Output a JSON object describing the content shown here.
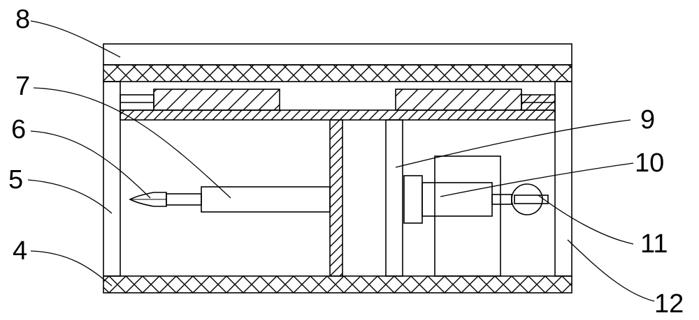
{
  "labels": {
    "l4": "4",
    "l5": "5",
    "l6": "6",
    "l7": "7",
    "l8": "8",
    "l9": "9",
    "l10": "10",
    "l11": "11",
    "l12": "12"
  }
}
